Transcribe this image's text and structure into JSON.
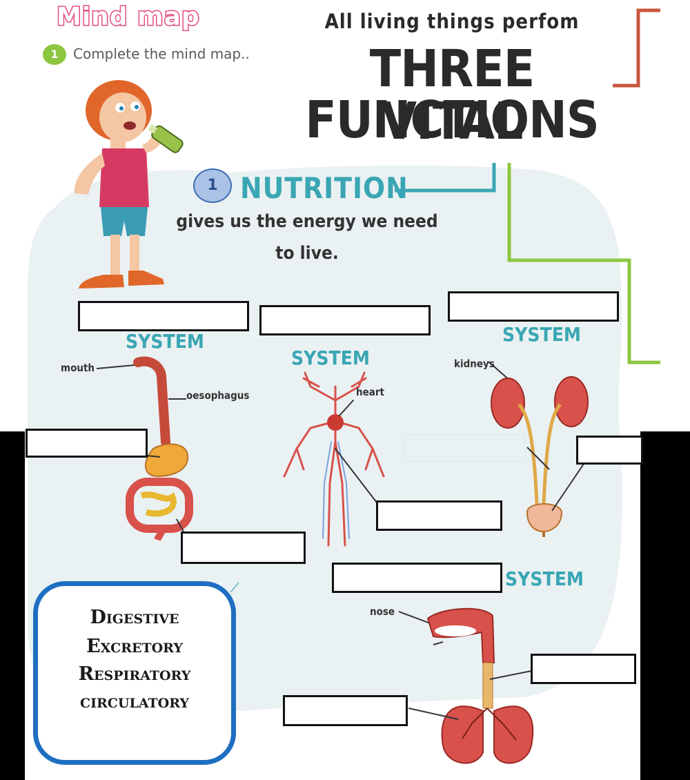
{
  "header": {
    "title": "Mind map",
    "step_number": "1",
    "instruction": "Complete the mind map.."
  },
  "hero": {
    "subtitle": "All living things perfom",
    "title_line1": "THREE VITAL",
    "title_line2": "FUNCTIONS"
  },
  "nutrition": {
    "number": "1",
    "title": "NUTRITION",
    "description_line1": "gives us the energy we need",
    "description_line2": "to live."
  },
  "system_label": "SYSTEM",
  "labels": {
    "mouth": "mouth",
    "oesophagus": "oesophagus",
    "heart": "heart",
    "kidneys": "kidneys",
    "nose": "nose"
  },
  "answer_boxes": {
    "system_digestive": "",
    "system_circulatory": "",
    "system_excretory": "",
    "system_respiratory": "",
    "organ_stomach": "",
    "organ_intestine": "",
    "organ_vessels": "",
    "organ_bladder": "",
    "organ_trachea": "",
    "organ_lungs": ""
  },
  "word_bank": [
    "Digestive",
    "Excretory",
    "Respiratory",
    "circulatory"
  ],
  "colors": {
    "teal": "#3aa6b3",
    "green": "#8cc63f",
    "red_orange": "#c8553d",
    "word_bank_border": "#1e6fc2",
    "title_pink": "#e24d77"
  }
}
